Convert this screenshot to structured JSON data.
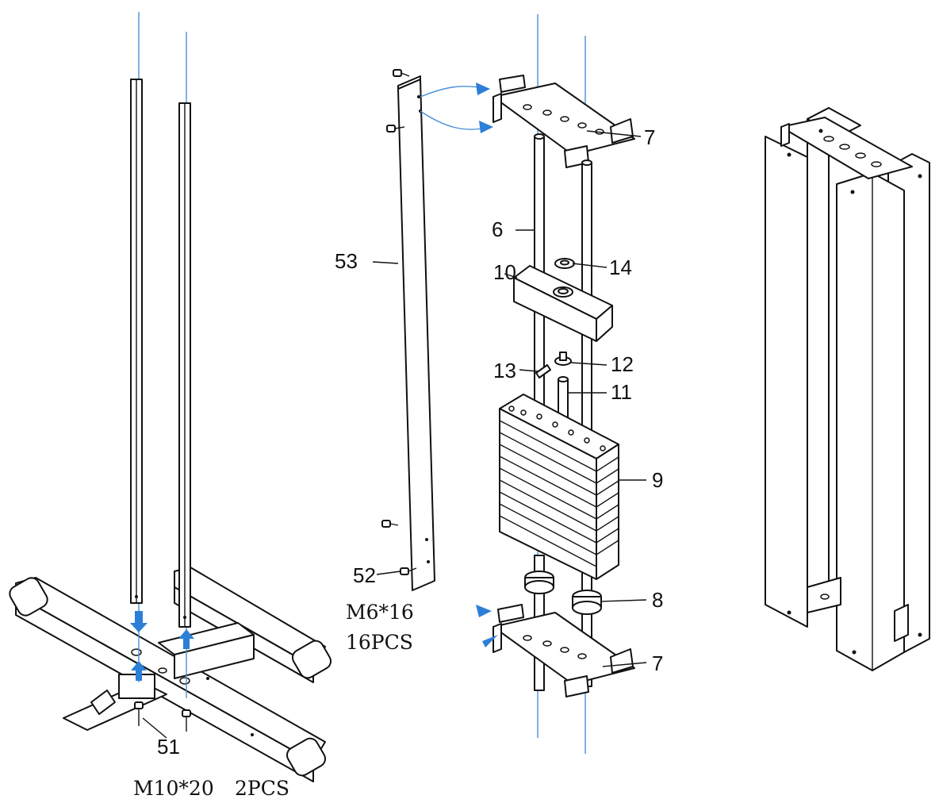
{
  "callouts": {
    "c6": "6",
    "c7_top": "7",
    "c7_bottom": "7",
    "c8": "8",
    "c9": "9",
    "c10": "10",
    "c11": "11",
    "c12": "12",
    "c13": "13",
    "c14": "14",
    "c51": "51",
    "c52": "52",
    "c53": "53"
  },
  "specs": {
    "bolt_m6": "M6*16",
    "bolt_m6_qty": "16PCS",
    "bolt_m10": "M10*20",
    "bolt_m10_qty": "2PCS"
  },
  "colors": {
    "line": "#111111",
    "guide": "#4a90d9",
    "arrow": "#2b7fd6"
  }
}
